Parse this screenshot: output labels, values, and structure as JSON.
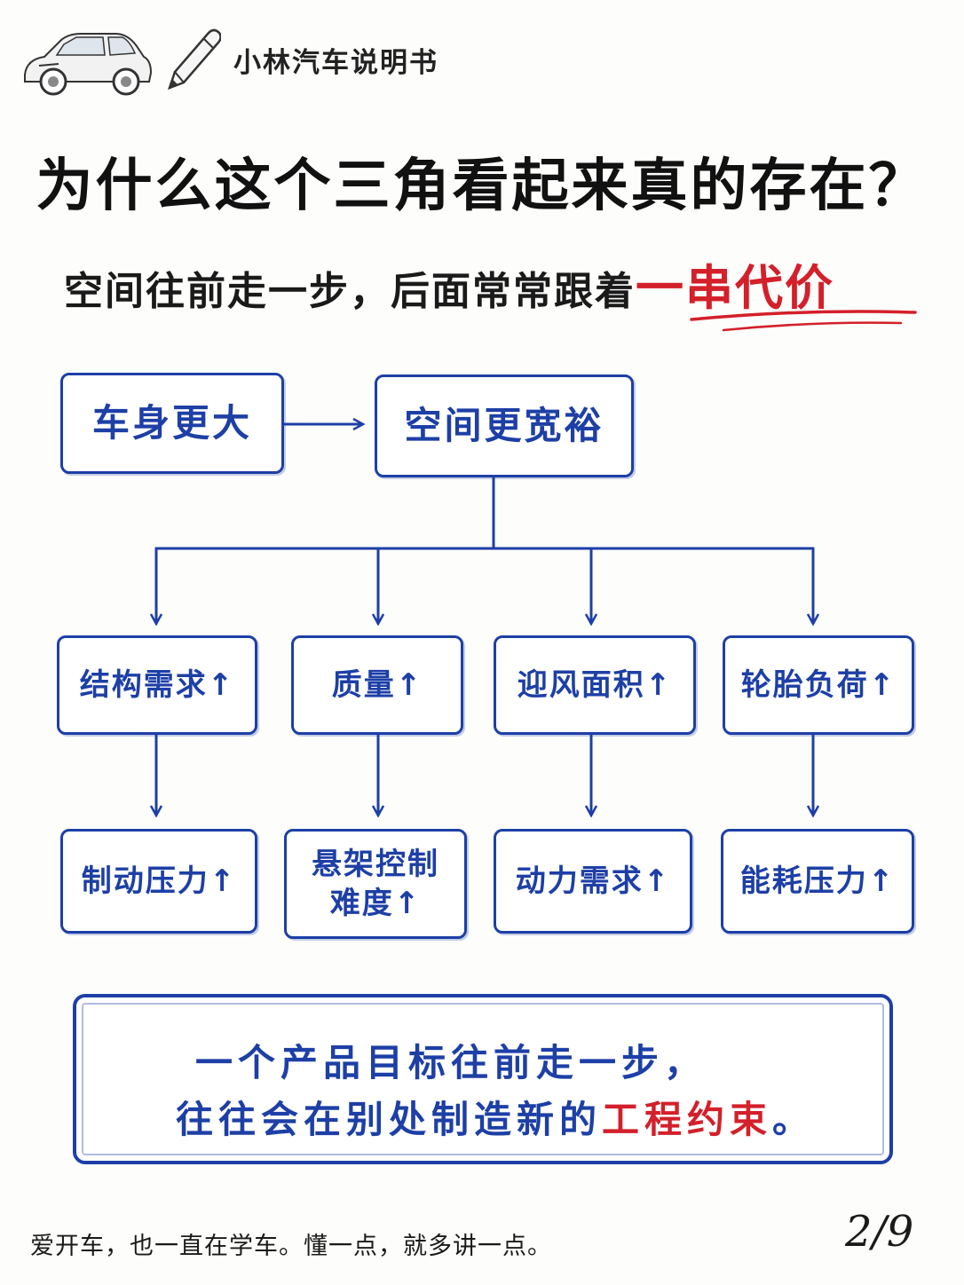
{
  "header": {
    "brand": "小林汽车说明书"
  },
  "title": "为什么这个三角看起来真的存在？",
  "subtitle": {
    "prefix": "空间往前走一步，后面常常跟着",
    "highlight": "一串代价"
  },
  "diagram": {
    "source": "车身更大",
    "target": "空间更宽裕",
    "level1": [
      "结构需求↑",
      "质量↑",
      "迎风面积↑",
      "轮胎负荷↑"
    ],
    "level2": [
      "制动压力↑",
      "悬架控制",
      "难度↑",
      "动力需求↑",
      "能耗压力↑"
    ]
  },
  "note": {
    "line1": "一个产品目标往前走一步，",
    "line2_prefix": "往往会在别处制造新的",
    "line2_red": "工程约束",
    "line2_suffix": "。"
  },
  "footer": "爱开车，也一直在学车。懂一点，就多讲一点。",
  "page": "2/9",
  "colors": {
    "blue": "#1d3fa6",
    "red": "#d3202a"
  },
  "icons": [
    "car-icon",
    "pencil-icon"
  ]
}
